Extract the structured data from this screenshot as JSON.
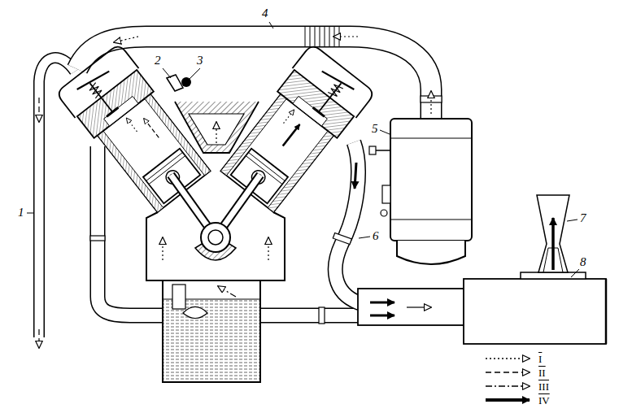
{
  "diagram": {
    "labels": [
      "1",
      "2",
      "3",
      "4",
      "5",
      "6",
      "7",
      "8"
    ],
    "legend": [
      {
        "text": "I"
      },
      {
        "text": "II"
      },
      {
        "text": "III"
      },
      {
        "text": "IV"
      }
    ]
  }
}
